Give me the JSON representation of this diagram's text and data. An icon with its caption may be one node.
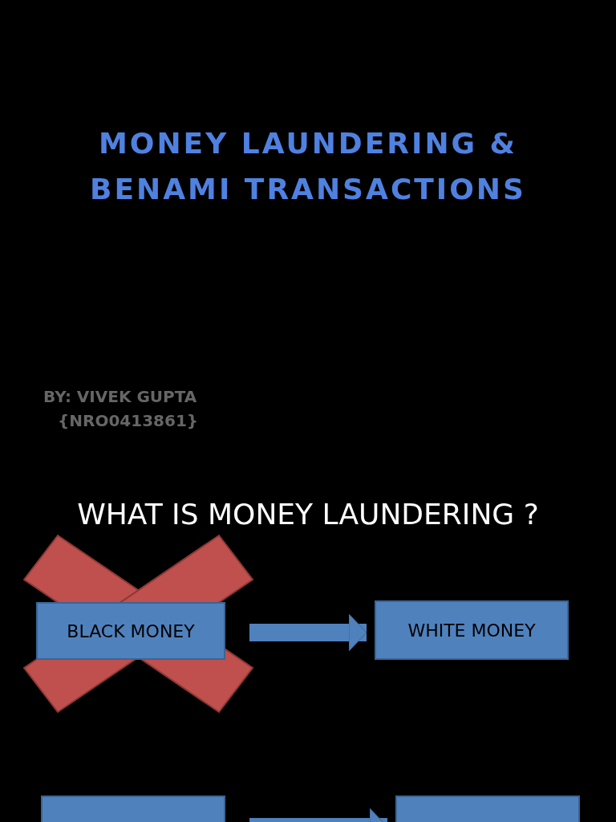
{
  "diagram": {
    "title": "MONEY LAUNDERING & BENAMI TRANSACTIONS",
    "nodes": [
      {
        "text": [
          "BLACK MONEY"
        ]
      },
      {
        "text": [
          "WHITE MONEY"
        ]
      },
      {
        "text": [],
        "shape": "box"
      },
      {
        "text": [],
        "shape": "box"
      }
    ],
    "edges": [
      {
        "from": 0,
        "to": 1,
        "arrow": "to"
      },
      {
        "from": 2,
        "to": 3,
        "arrow": "to"
      }
    ],
    "labels": [
      "BY: VIVEK GUPTA",
      "{NRO0413861}",
      "WHAT IS MONEY LAUNDERING ?"
    ]
  }
}
